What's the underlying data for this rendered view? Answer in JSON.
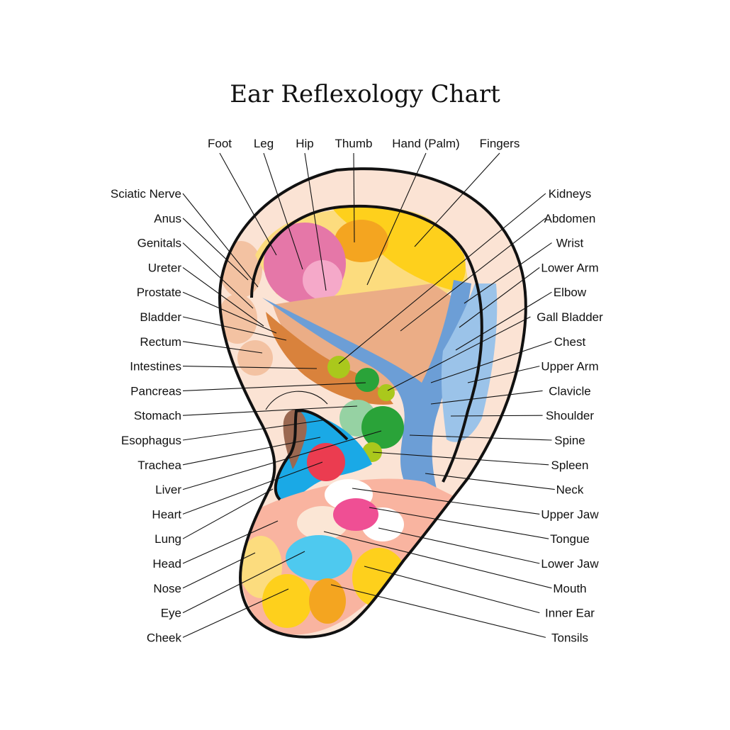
{
  "title": "Ear Reflexology Chart",
  "labels": {
    "top": [
      "Foot",
      "Leg",
      "Hip",
      "Thumb",
      "Hand (Palm)",
      "Fingers"
    ],
    "left": [
      "Sciatic Nerve",
      "Anus",
      "Genitals",
      "Ureter",
      "Prostate",
      "Bladder",
      "Rectum",
      "Intestines",
      "Pancreas",
      "Stomach",
      "Esophagus",
      "Trachea",
      "Liver",
      "Heart",
      "Lung",
      "Head",
      "Nose",
      "Eye",
      "Cheek"
    ],
    "right": [
      "Kidneys",
      "Abdomen",
      "Wrist",
      "Lower Arm",
      "Elbow",
      "Gall Bladder",
      "Chest",
      "Upper Arm",
      "Clavicle",
      "Shoulder",
      "Spine",
      "Spleen",
      "Neck",
      "Upper Jaw",
      "Tongue",
      "Lower Jaw",
      "Mouth",
      "Inner Ear",
      "Tonsils"
    ]
  },
  "colors": {
    "skin": "#fbe3d4",
    "skin_dark": "#f3c2a2",
    "pink": "#e577a8",
    "orange": "#f4a520",
    "yellow": "#fed01c",
    "light_yellow": "#fcdc7e",
    "tan": "#ebad86",
    "brown_orange": "#d9823c",
    "blue": "#6c9ed6",
    "light_blue": "#9bc3e9",
    "green": "#2aa339",
    "lime": "#aac81c",
    "mint": "#96d2a3",
    "red": "#eb3c50",
    "cyan": "#1aa9e6",
    "brown": "#9a6851",
    "salmon": "#f9b4a0",
    "magenta": "#ef4f94",
    "white": "#ffffff"
  }
}
